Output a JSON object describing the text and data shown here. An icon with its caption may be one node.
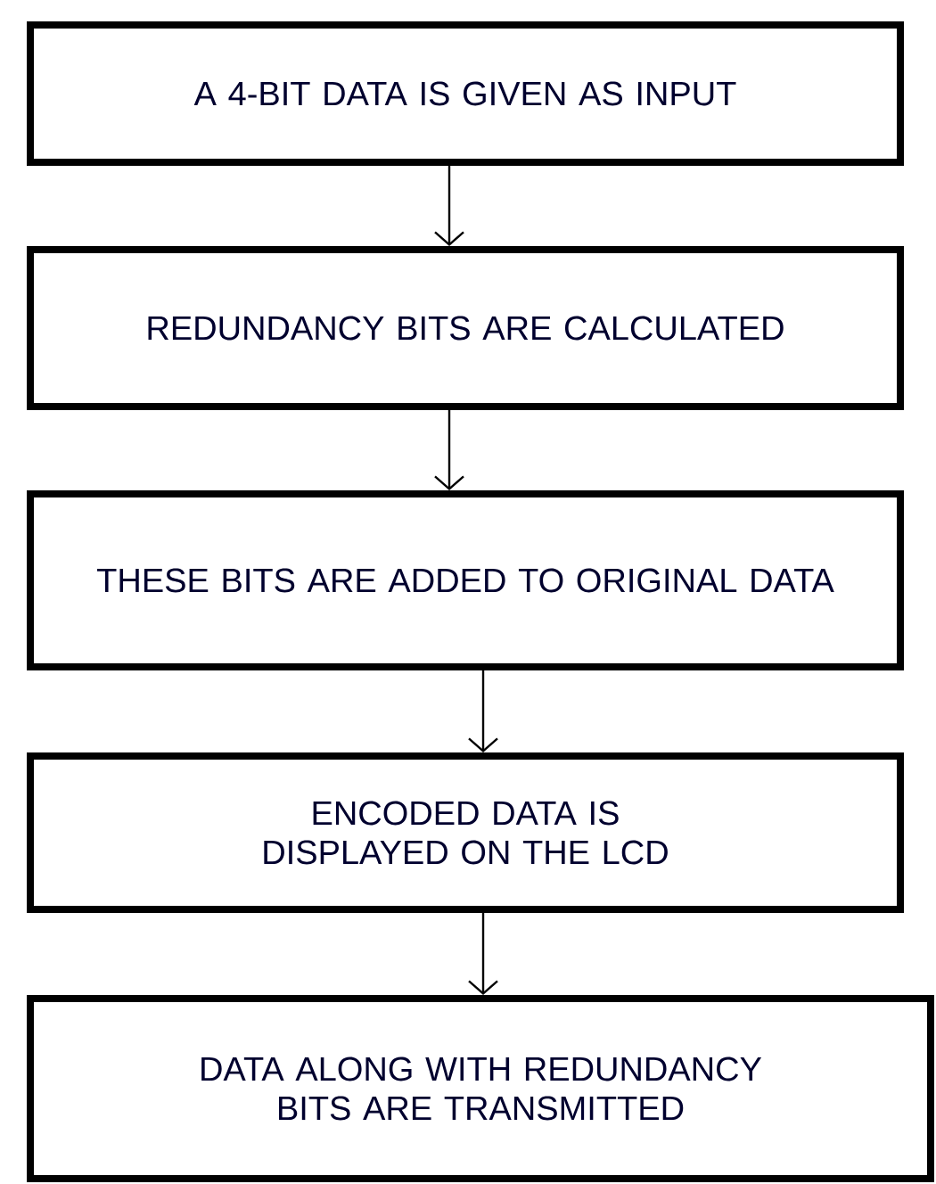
{
  "diagram": {
    "nodes": [
      {
        "text": [
          "A 4-BIT DATA IS GIVEN AS INPUT"
        ]
      },
      {
        "text": [
          "REDUNDANCY BITS ARE CALCULATED"
        ]
      },
      {
        "text": [
          "THESE BITS ARE ADDED TO ORIGINAL DATA"
        ]
      },
      {
        "text": [
          "ENCODED DATA IS DISPLAYED ON THE LCD"
        ]
      },
      {
        "text": [
          "DATA ALONG WITH REDUNDANCY BITS ARE TRANSMITTED"
        ]
      }
    ],
    "edges": [
      {
        "from": 0,
        "to": 1,
        "arrow": "to"
      },
      {
        "from": 1,
        "to": 2,
        "arrow": "to"
      },
      {
        "from": 2,
        "to": 3,
        "arrow": "to"
      },
      {
        "from": 3,
        "to": 4,
        "arrow": "to"
      }
    ]
  }
}
